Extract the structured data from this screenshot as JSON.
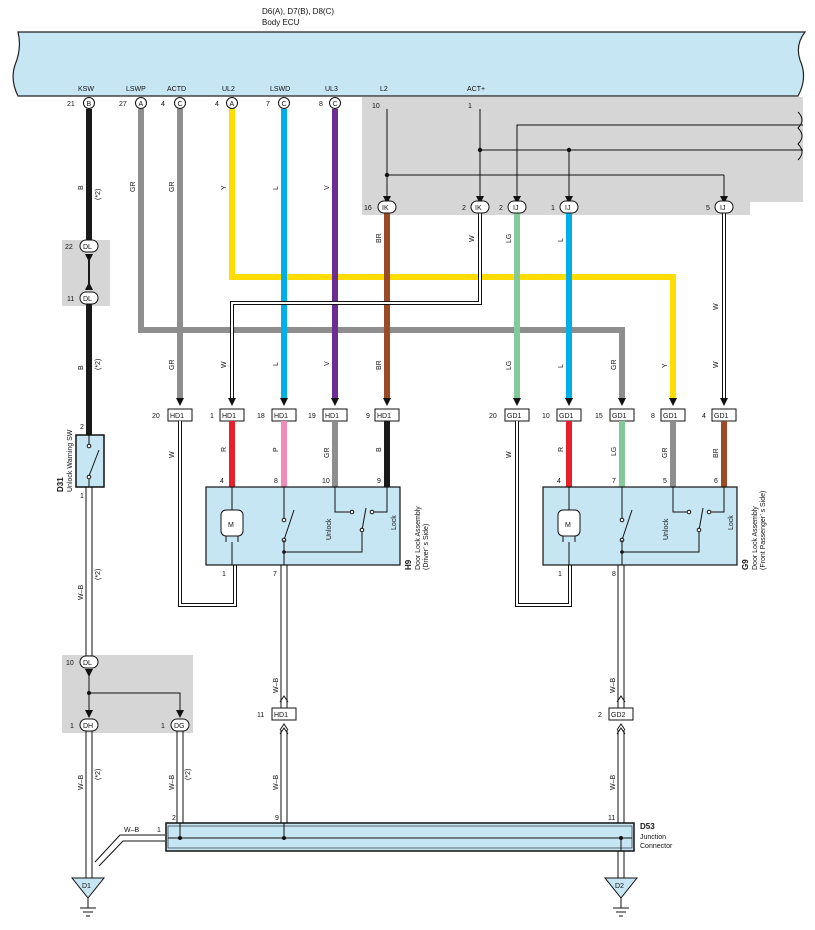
{
  "ecu": {
    "title": "D6(A), D7(B), D8(C)",
    "subtitle": "Body ECU"
  },
  "ecu_terms": [
    {
      "name": "KSW",
      "pin": "21",
      "conn": "B"
    },
    {
      "name": "LSWP",
      "pin": "27",
      "conn": "A"
    },
    {
      "name": "ACTD",
      "pin": "4",
      "conn": "C"
    },
    {
      "name": "UL2",
      "pin": "4",
      "conn": "A"
    },
    {
      "name": "LSWD",
      "pin": "7",
      "conn": "C"
    },
    {
      "name": "UL3",
      "pin": "8",
      "conn": "C"
    },
    {
      "name": "L2",
      "pin": "10"
    },
    {
      "name": "ACT+",
      "pin": "1"
    }
  ],
  "pill_conns": [
    {
      "pin": "16",
      "label": "IK"
    },
    {
      "pin": "2",
      "label": "IK"
    },
    {
      "pin": "2",
      "label": "IJ"
    },
    {
      "pin": "1",
      "label": "IJ"
    },
    {
      "pin": "5",
      "label": "IJ"
    },
    {
      "pin": "22",
      "label": "DL"
    },
    {
      "pin": "11",
      "label": "DL"
    },
    {
      "pin": "10",
      "label": "DL"
    },
    {
      "pin": "1",
      "label": "DH"
    },
    {
      "pin": "1",
      "label": "DG"
    }
  ],
  "hd1_conns": [
    {
      "pin": "20",
      "label": "HD1"
    },
    {
      "pin": "1",
      "label": "HD1"
    },
    {
      "pin": "18",
      "label": "HD1"
    },
    {
      "pin": "19",
      "label": "HD1"
    },
    {
      "pin": "9",
      "label": "HD1"
    }
  ],
  "gd1_conns": [
    {
      "pin": "20",
      "label": "GD1"
    },
    {
      "pin": "10",
      "label": "GD1"
    },
    {
      "pin": "15",
      "label": "GD1"
    },
    {
      "pin": "8",
      "label": "GD1"
    },
    {
      "pin": "4",
      "label": "GD1"
    }
  ],
  "box_conns": [
    {
      "pin": "11",
      "label": "HD1"
    },
    {
      "pin": "2",
      "label": "GD2"
    }
  ],
  "wire_codes": {
    "upper": [
      "B",
      "GR",
      "GR",
      "Y",
      "L",
      "V",
      "BR",
      "W",
      "LG",
      "L",
      "W"
    ],
    "mid": [
      "B",
      "GR",
      "W",
      "L",
      "V",
      "BR",
      "LG",
      "L",
      "GR",
      "Y",
      "W"
    ],
    "lower_driver": [
      "W",
      "R",
      "P",
      "GR",
      "B"
    ],
    "lower_pass": [
      "W",
      "R",
      "LG",
      "GR",
      "BR"
    ],
    "bottom": [
      "W–B",
      "W–B",
      "W–B",
      "W–B",
      "W–B",
      "W–B",
      "W–B"
    ],
    "star": "(*2)"
  },
  "assy_driver": {
    "id": "H9",
    "name": "Door Lock Assembly",
    "side": "(Driver’ s Side)",
    "motor": "M",
    "unlock": "Unlock",
    "lock": "Lock",
    "pins": [
      "4",
      "8",
      "10",
      "9",
      "1",
      "7"
    ]
  },
  "assy_pass": {
    "id": "G9",
    "name": "Door Lock Assembly",
    "side": "(Front Passenger’ s Side)",
    "motor": "M",
    "unlock": "Unlock",
    "lock": "Lock",
    "pins": [
      "4",
      "7",
      "5",
      "6",
      "1",
      "8"
    ]
  },
  "switch_d31": {
    "id": "D31",
    "name": "Unlock Warning SW",
    "pin_top": "2",
    "pin_bottom": "1"
  },
  "junction": {
    "id": "D53",
    "line1": "Junction",
    "line2": "Connector",
    "pins": [
      "1",
      "2",
      "9",
      "11"
    ]
  },
  "grounds": [
    "D1",
    "D2"
  ],
  "colors": {
    "ecu_fill": "#c7e6f4",
    "shade": "#d6d6d6",
    "black": "#1a1a1a",
    "gray": "#8e8e8e",
    "yellow": "#ffdd00",
    "blue": "#00aee8",
    "violet": "#6b2d90",
    "brown": "#9b4a26",
    "green": "#84c99a",
    "red": "#e8202a",
    "pink": "#f28ab8"
  }
}
